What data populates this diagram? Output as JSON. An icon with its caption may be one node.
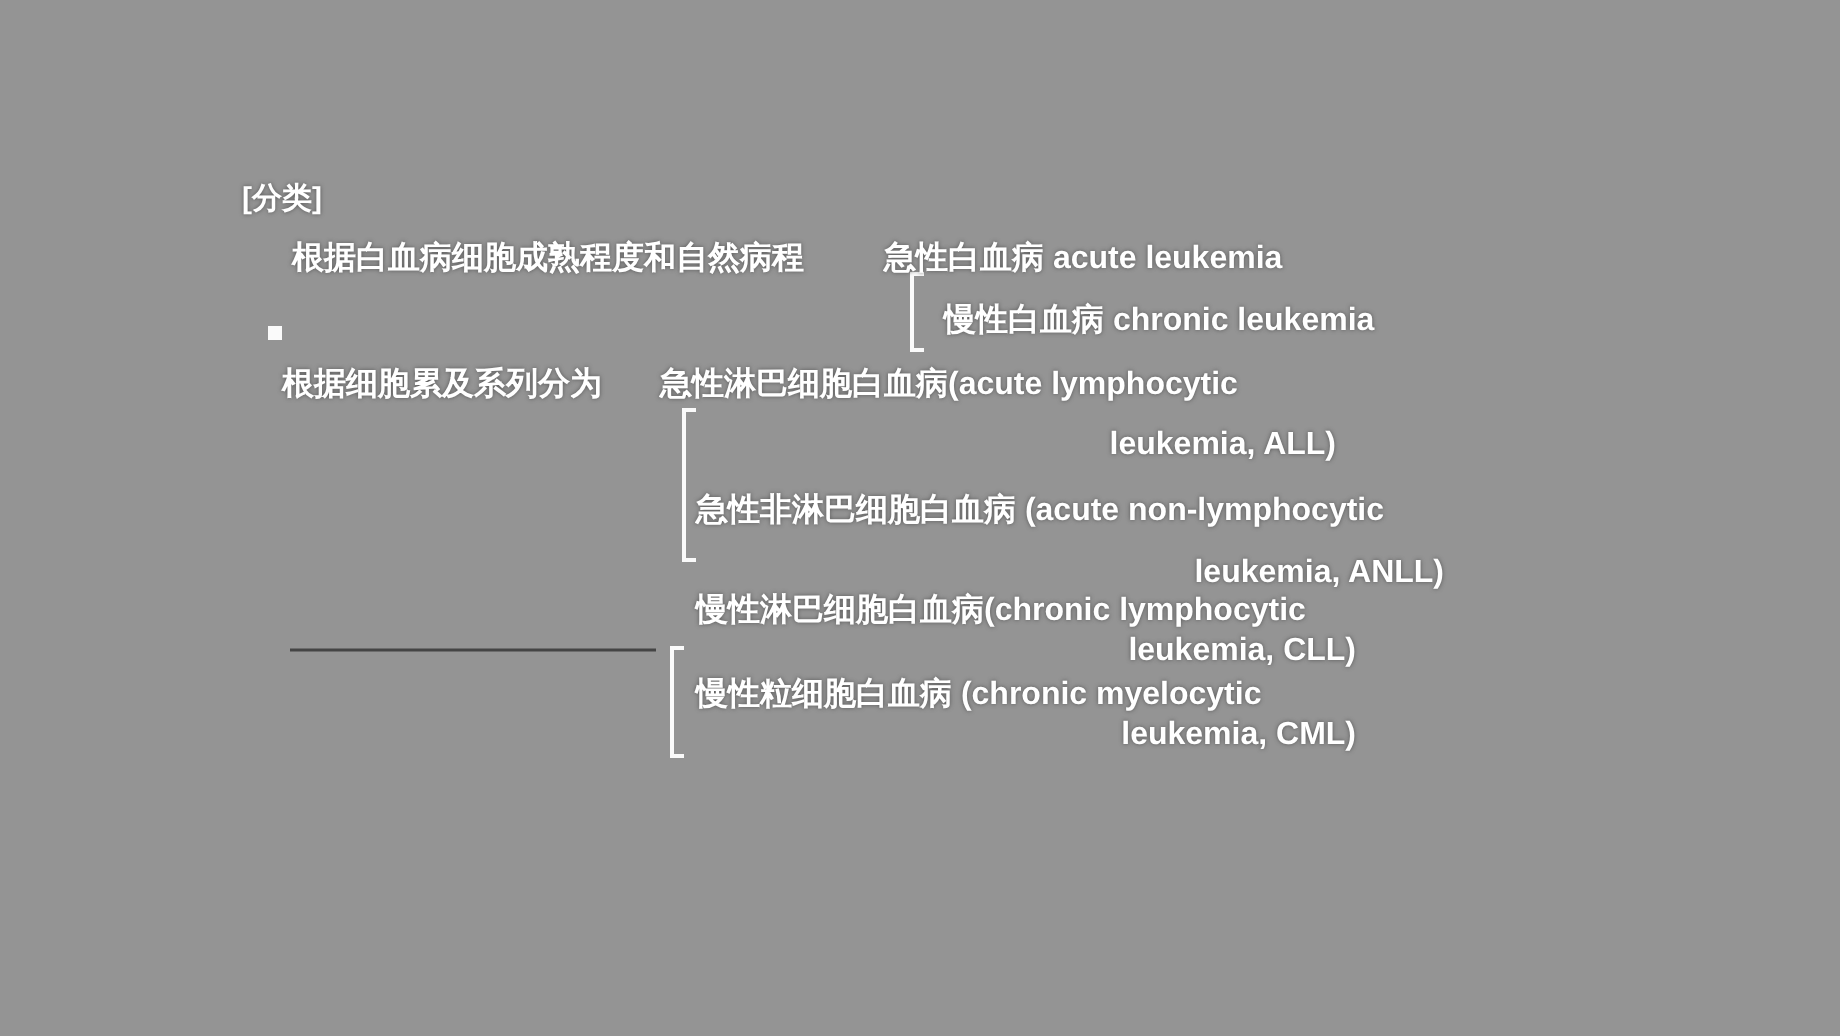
{
  "diagram": {
    "title": "[分类]",
    "labels": [
      "根据白血病细胞成熟程度和自然病程",
      "急性白血病 acute leukemia",
      "慢性白血病 chronic leukemia",
      "根据细胞累及系列分为",
      "急性淋巴细胞白血病(acute lymphocytic leukemia, ALL)",
      "急性非淋巴细胞白血病 (acute non-lymphocytic leukemia, ANLL)",
      "慢性淋巴细胞白血病(chronic lymphocytic leukemia, CLL)",
      "慢性粒细胞白血病 (chronic myelocytic leukemia, CML)"
    ]
  }
}
